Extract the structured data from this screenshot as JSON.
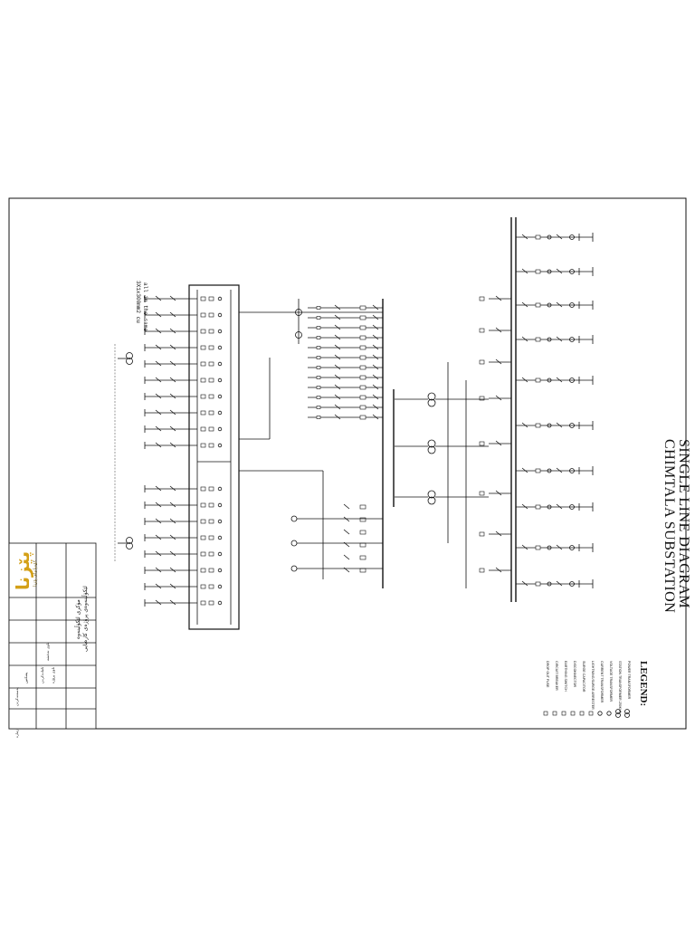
{
  "title": {
    "line1": "CHIMTALA SUBSTATION",
    "line2": "SINGLE LINE DIAGRAM"
  },
  "legend": {
    "heading": "LEGEND:",
    "items": [
      {
        "icon": "power-transformer-symbol",
        "label": "POWER TRANSFORMER"
      },
      {
        "icon": "auxiliary-transformer-symbol",
        "label": "STATION TRANSFORMER 250KVA"
      },
      {
        "icon": "voltage-transformer-symbol",
        "label": "VOLTAGE TRANSFORMER"
      },
      {
        "icon": "current-transformer-symbol",
        "label": "CURRENT TRANSFORMER"
      },
      {
        "icon": "lightning-arrester-symbol",
        "label": "LIGHTNING/SURGE ARRESTER"
      },
      {
        "icon": "capacitor-symbol",
        "label": "SURGE CAPACITOR"
      },
      {
        "icon": "isolator-symbol",
        "label": "DISCONNECTOR"
      },
      {
        "icon": "earth-switch-symbol",
        "label": "EARTHING SWITCH"
      },
      {
        "icon": "breaker-symbol",
        "label": "CIRCUIT BREAKER"
      },
      {
        "icon": "fuse-symbol",
        "label": "DROP OUT FUSE"
      }
    ]
  },
  "busbar_note": {
    "line1": "3X1x300mm2 cu",
    "line2": "all in the same"
  },
  "title_block": {
    "org_line1": "مۆکری لێکۆڵینەوە",
    "org_line2": "لێکۆڵینەوەی پرۆژەی کارەبایی",
    "rows": [
      {
        "label": "ناوی پرۆژە",
        "value": ""
      },
      {
        "label": "ناوی نەخشە",
        "value": ""
      },
      {
        "label": "ئامادەکردن",
        "value": ""
      },
      {
        "label": "پشکنین",
        "value": ""
      },
      {
        "label": "پەسەندکردن",
        "value": ""
      },
      {
        "label": "ژمارە",
        "value": ""
      }
    ],
    "logo_text": "پێزنا",
    "logo_sub": "کۆمپانیای پێزنا"
  },
  "colors": {
    "ink": "#111111",
    "logo": "#d4a017"
  }
}
